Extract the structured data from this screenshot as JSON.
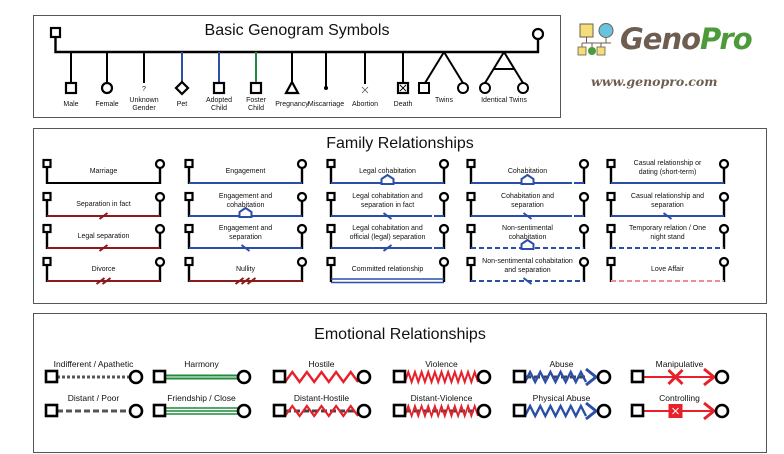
{
  "basic_symbols": {
    "title": "Basic Genogram Symbols",
    "items": [
      {
        "label": [
          "Male"
        ],
        "symbol": "square",
        "line_color": "#000000"
      },
      {
        "label": [
          "Female"
        ],
        "symbol": "circle",
        "line_color": "#000000"
      },
      {
        "label": [
          "Unknown",
          "Gender"
        ],
        "symbol": "question-mark",
        "line_color": "#000000"
      },
      {
        "label": [
          "Pet"
        ],
        "symbol": "diamond",
        "line_color": "#2b4fa8"
      },
      {
        "label": [
          "Adopted",
          "Child"
        ],
        "symbol": "square",
        "line_color": "#2b4fa8"
      },
      {
        "label": [
          "Foster",
          "Child"
        ],
        "symbol": "square",
        "line_color": "#1f8a3a"
      },
      {
        "label": [
          "Pregnancy"
        ],
        "symbol": "triangle",
        "line_color": "#000000"
      },
      {
        "label": [
          "Miscarriage"
        ],
        "symbol": "dot",
        "line_color": "#000000"
      },
      {
        "label": [
          "Abortion"
        ],
        "symbol": "x-mark",
        "line_color": "#000000"
      },
      {
        "label": [
          "Death"
        ],
        "symbol": "square-x",
        "line_color": "#000000"
      },
      {
        "label": [
          "Twins"
        ],
        "symbol": "twins",
        "line_color": "#000000"
      },
      {
        "label": [
          "Identical Twins"
        ],
        "symbol": "identical-twins",
        "line_color": "#000000"
      }
    ]
  },
  "logo": {
    "name_part1": "Geno",
    "name_part2": "Pro",
    "url": "www.genopro.com"
  },
  "family_relationships": {
    "title": "Family Relationships",
    "columns": [
      [
        {
          "label": [
            "Marriage"
          ],
          "color": "#000000",
          "style": "solid",
          "marker": "none"
        },
        {
          "label": [
            "Separation in fact"
          ],
          "color": "#8b1a1a",
          "style": "solid",
          "marker": "slash-1"
        },
        {
          "label": [
            "Legal separation"
          ],
          "color": "#8b1a1a",
          "style": "solid",
          "marker": "slash-1"
        },
        {
          "label": [
            "Divorce"
          ],
          "color": "#8b1a1a",
          "style": "solid",
          "marker": "slash-2"
        }
      ],
      [
        {
          "label": [
            "Engagement"
          ],
          "color": "#2b4fa8",
          "style": "solid",
          "marker": "none"
        },
        {
          "label": [
            "Engagement and",
            "cohabitation"
          ],
          "color": "#2b4fa8",
          "style": "solid",
          "marker": "house"
        },
        {
          "label": [
            "Engagement and",
            "separation"
          ],
          "color": "#2b4fa8",
          "style": "solid",
          "marker": "backslash"
        },
        {
          "label": [
            "Nullity"
          ],
          "color": "#8b1a1a",
          "style": "solid",
          "marker": "slash-3"
        }
      ],
      [
        {
          "label": [
            "Legal cohabitation"
          ],
          "color": "#2b4fa8",
          "style": "solid",
          "marker": "house"
        },
        {
          "label": [
            "Legal cohabitation and",
            "separation in fact"
          ],
          "color": "#2b4fa8",
          "style": "solid-gap",
          "marker": "backslash"
        },
        {
          "label": [
            "Legal cohabitation and",
            "official (legal) separation"
          ],
          "color": "#2b4fa8",
          "style": "solid-gap",
          "marker": "slash-1"
        },
        {
          "label": [
            "Committed relationship"
          ],
          "color": "#2b4fa8",
          "style": "double",
          "marker": "none"
        }
      ],
      [
        {
          "label": [
            "Cohabitation"
          ],
          "color": "#2b4fa8",
          "style": "solid-gap",
          "marker": "house"
        },
        {
          "label": [
            "Cohabitation and",
            "separation"
          ],
          "color": "#2b4fa8",
          "style": "solid-gap",
          "marker": "backslash"
        },
        {
          "label": [
            "Non-sentimental",
            "cohabitation"
          ],
          "color": "#2b4fa8",
          "style": "dashed",
          "marker": "house"
        },
        {
          "label": [
            "Non-sentimental cohabitation",
            "and separation"
          ],
          "color": "#2b4fa8",
          "style": "dashed",
          "marker": "backslash"
        }
      ],
      [
        {
          "label": [
            "Casual relationship or",
            "dating (short-term)"
          ],
          "color": "#2b4fa8",
          "style": "solid",
          "marker": "none"
        },
        {
          "label": [
            "Casual relationship and",
            "separation"
          ],
          "color": "#2b4fa8",
          "style": "solid",
          "marker": "backslash"
        },
        {
          "label": [
            "Temporary relation / One",
            "night stand"
          ],
          "color": "#2b4fa8",
          "style": "dashed",
          "marker": "none"
        },
        {
          "label": [
            "Love Affair"
          ],
          "color": "#f08a9a",
          "style": "dashed",
          "marker": "none"
        }
      ]
    ]
  },
  "emotional_relationships": {
    "title": "Emotional Relationships",
    "rows": [
      [
        {
          "label": "Indifferent / Apathetic",
          "type": "dotted",
          "colors": [
            "#555555"
          ]
        },
        {
          "label": "Harmony",
          "type": "double-green",
          "colors": [
            "#1f8a3a"
          ]
        },
        {
          "label": "Hostile",
          "type": "zigzag",
          "colors": [
            "#e8202a"
          ]
        },
        {
          "label": "Violence",
          "type": "tight-zigzag",
          "colors": [
            "#e8202a"
          ]
        },
        {
          "label": "Abuse",
          "type": "zigzag-dash-arrow",
          "colors": [
            "#2b4fa8",
            "#444444"
          ]
        },
        {
          "label": "Manipulative",
          "type": "x-arrow",
          "colors": [
            "#e8202a"
          ]
        }
      ],
      [
        {
          "label": "Distant / Poor",
          "type": "dashed",
          "colors": [
            "#555555"
          ]
        },
        {
          "label": "Friendship / Close",
          "type": "triple-green",
          "colors": [
            "#1f8a3a"
          ]
        },
        {
          "label": "Distant-Hostile",
          "type": "zigzag-dash",
          "colors": [
            "#e8202a",
            "#444444"
          ]
        },
        {
          "label": "Distant-Violence",
          "type": "tight-zigzag-dash",
          "colors": [
            "#e8202a",
            "#444444"
          ]
        },
        {
          "label": "Physical Abuse",
          "type": "zigzag-arrow",
          "colors": [
            "#2b4fa8"
          ]
        },
        {
          "label": "Controlling",
          "type": "box-arrow",
          "colors": [
            "#e8202a"
          ]
        }
      ]
    ]
  }
}
